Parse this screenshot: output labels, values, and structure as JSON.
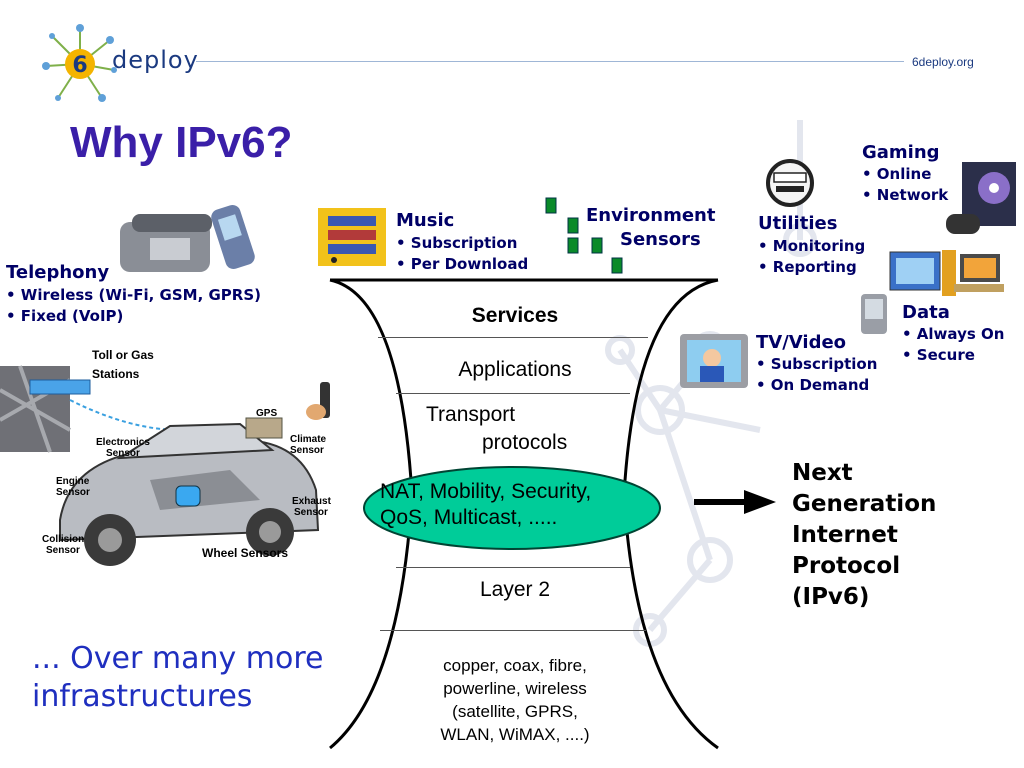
{
  "header": {
    "logo_text": "deploy",
    "site": "6deploy.org",
    "title": "Why IPv6?"
  },
  "telephony": {
    "title": "Telephony",
    "items": [
      "• Wireless (Wi-Fi, GSM, GPRS)",
      "• Fixed (VoIP)"
    ]
  },
  "music": {
    "title": "Music",
    "items": [
      "• Subscription",
      "• Per Download"
    ]
  },
  "environment": {
    "line1": "Environment",
    "line2": "Sensors"
  },
  "gaming": {
    "title": "Gaming",
    "items": [
      "• Online",
      "• Network"
    ]
  },
  "utilities": {
    "title": "Utilities",
    "items": [
      "• Monitoring",
      "• Reporting"
    ]
  },
  "data_group": {
    "title": "Data",
    "items": [
      "• Always On",
      "• Secure"
    ]
  },
  "tv": {
    "title": "TV/Video",
    "items": [
      "• Subscription",
      "• On Demand"
    ]
  },
  "car": {
    "toll1": "Toll or Gas",
    "toll2": "Stations",
    "gps": "GPS",
    "electronics1": "Electronics",
    "electronics2": "Sensor",
    "climate1": "Climate",
    "climate2": "Sensor",
    "engine1": "Engine",
    "engine2": "Sensor",
    "exhaust1": "Exhaust",
    "exhaust2": "Sensor",
    "collision1": "Collision",
    "collision2": "Sensor",
    "wheel": "Wheel Sensors"
  },
  "stack": {
    "services": "Services",
    "applications": "Applications",
    "transport1": "Transport",
    "transport2": "protocols",
    "ellipse1": "NAT, Mobility, Security,",
    "ellipse2": "QoS, Multicast, .....",
    "layer2": "Layer 2",
    "phys1": "copper, coax, fibre,",
    "phys2": "powerline, wireless",
    "phys3": "(satellite, GPRS,",
    "phys4": "WLAN, WiMAX, ....)"
  },
  "left_note": {
    "line1": "... Over many more",
    "line2": "infrastructures"
  },
  "ngip": {
    "line1": "Next",
    "line2": "Generation",
    "line3": "Internet",
    "line4": "Protocol",
    "line5": "(IPv6)"
  },
  "colors": {
    "title": "#3a1fa8",
    "navy": "#000066",
    "ellipse": "#00cc99",
    "note_blue": "#1f2fbf"
  }
}
